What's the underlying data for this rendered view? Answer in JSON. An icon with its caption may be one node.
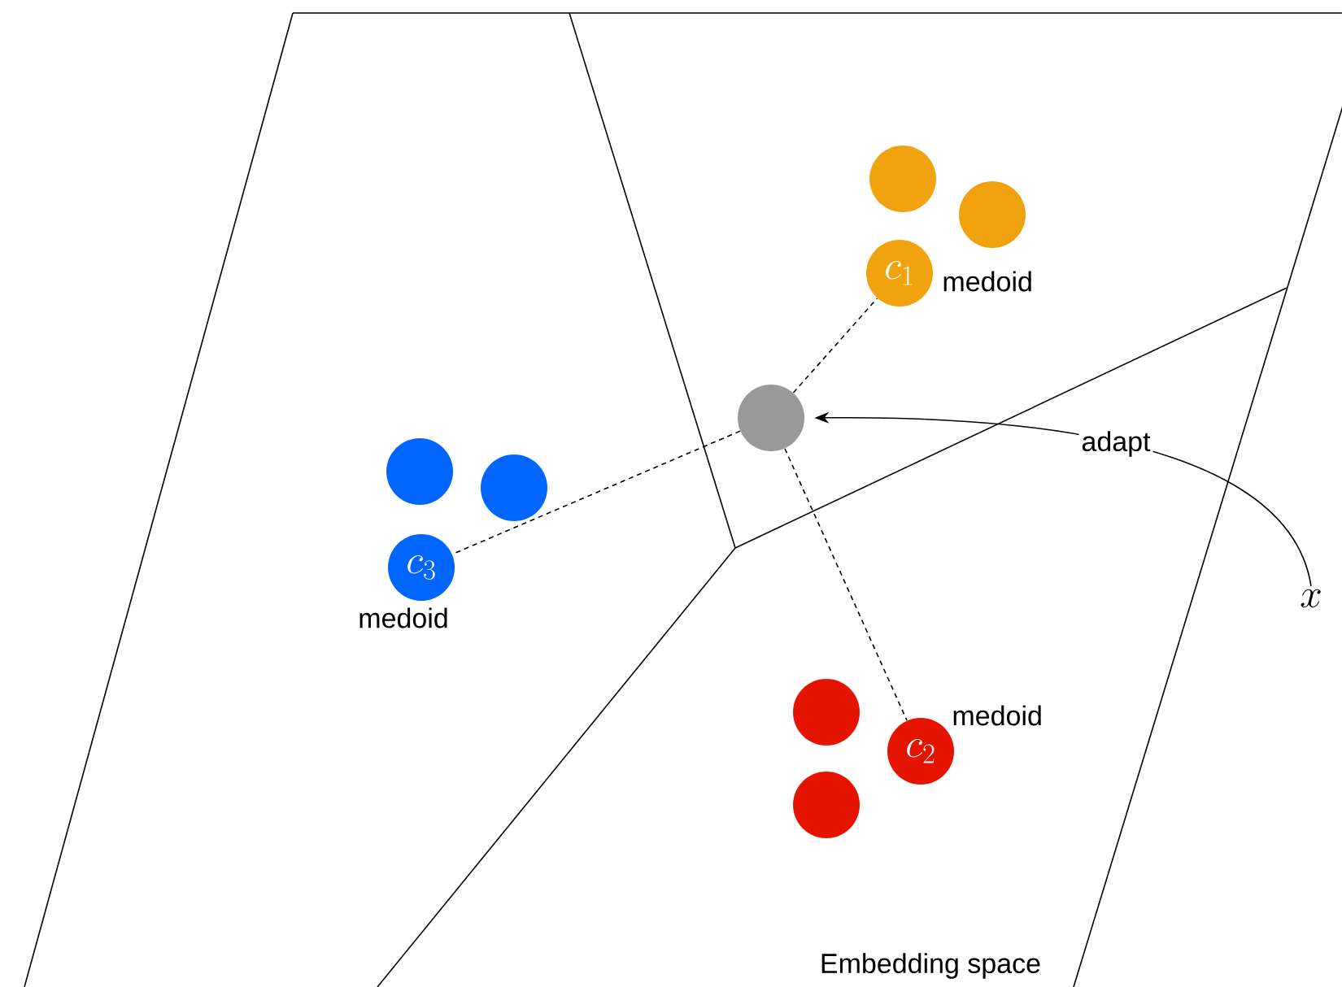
{
  "diagram": {
    "nodes": [
      {
        "text": [],
        "shape": "circle"
      },
      {
        "text": [],
        "shape": "circle"
      },
      {
        "text": [
          "c_1"
        ],
        "beside": [
          "medoid"
        ]
      },
      {
        "text": [],
        "shape": "circle"
      },
      {
        "text": [],
        "shape": "circle"
      },
      {
        "text": [],
        "shape": "circle"
      },
      {
        "text": [
          "c_3"
        ],
        "beside": [
          "medoid"
        ]
      },
      {
        "text": [
          "x"
        ]
      },
      {
        "text": [],
        "shape": "circle"
      },
      {
        "text": [
          "c_2"
        ],
        "beside": [
          "medoid"
        ]
      },
      {
        "text": [],
        "shape": "circle"
      }
    ],
    "edges": [
      {
        "from": 3,
        "to": 2,
        "arrow": "none",
        "style": "dashed"
      },
      {
        "from": 3,
        "to": 6,
        "arrow": "none",
        "style": "dashed"
      },
      {
        "from": 3,
        "to": 9,
        "arrow": "none",
        "style": "dashed"
      },
      {
        "from": 7,
        "to": 3,
        "arrow": "to",
        "label": "adapt"
      }
    ],
    "labels": [
      "Embedding space"
    ]
  }
}
